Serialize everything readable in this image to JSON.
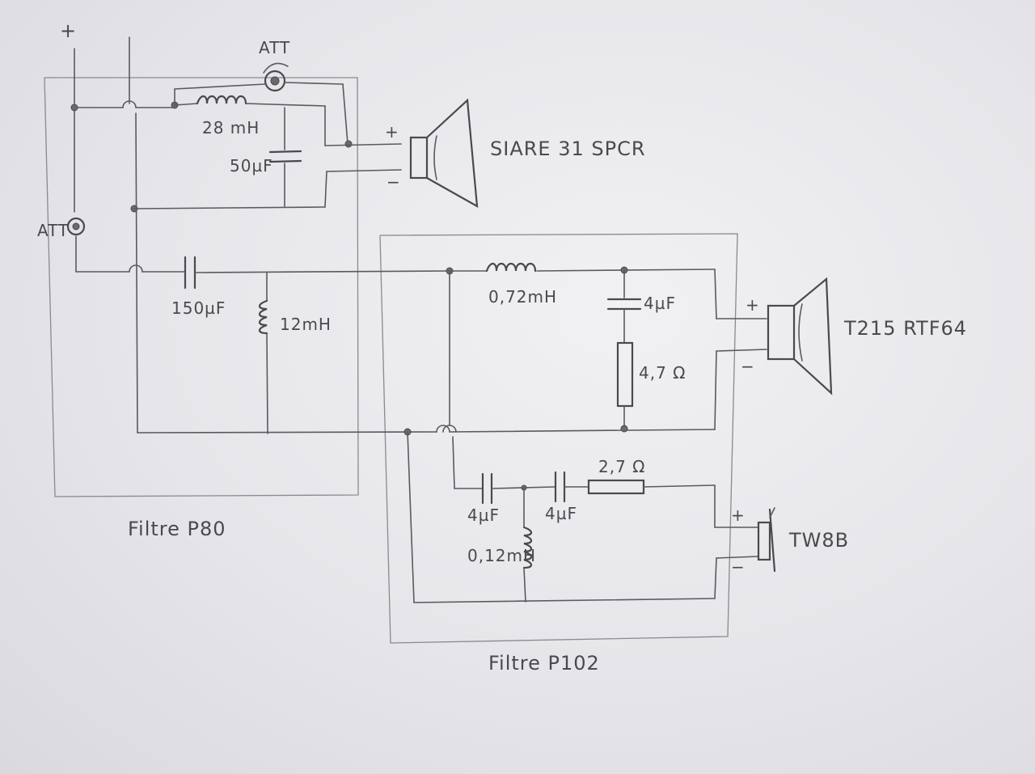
{
  "supply": {
    "plus_sign": "+"
  },
  "attenuators": {
    "top": "ATT",
    "left": "ATT"
  },
  "filter_p80": {
    "label": "Filtre P80",
    "inductor_1": "28 mH",
    "capacitor_1": "50µF",
    "capacitor_2": "150µF",
    "inductor_2": "12mH"
  },
  "filter_p102": {
    "label": "Filtre P102",
    "inductor_1": "0,72mH",
    "capacitor_1": "4µF",
    "resistor_1": "4,7 Ω",
    "capacitor_2": "4µF",
    "capacitor_3": "4µF",
    "inductor_2": "0,12mH",
    "resistor_2": "2,7 Ω"
  },
  "speakers": [
    {
      "name": "SIARE 31 SPCR",
      "plus": "+",
      "minus": "−"
    },
    {
      "name": "T215 RTF64",
      "plus": "+",
      "minus": "−"
    },
    {
      "name": "TW8B",
      "plus": "+",
      "minus": "−"
    }
  ]
}
